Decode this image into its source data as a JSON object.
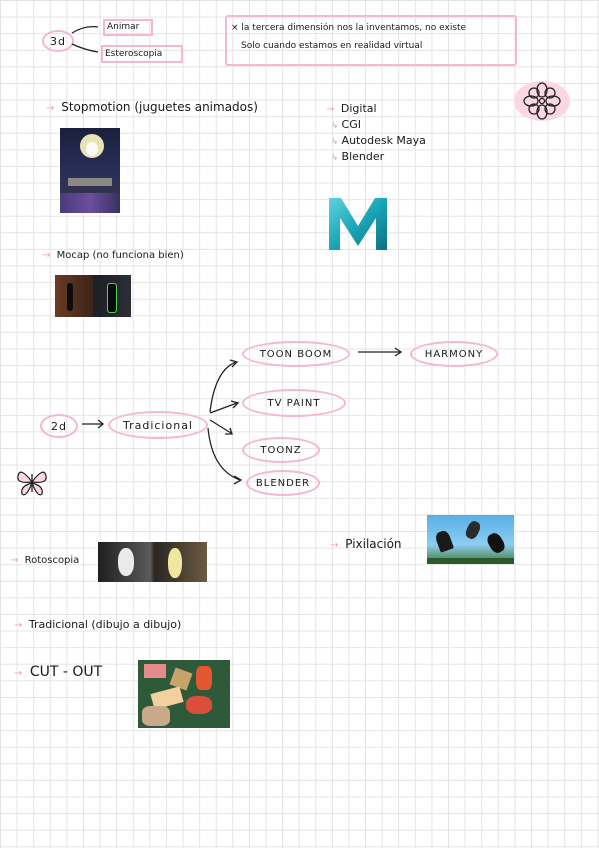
{
  "top": {
    "label_3d": "3d",
    "branch1": "Animar",
    "branch2": "Esteroscopia",
    "note_line1": "la tercera dimensión nos la inventamos, no existe",
    "note_line2": "Solo cuando estamos en realidad virtual",
    "note_mark": "×"
  },
  "stopmotion": {
    "label": "Stopmotion (juguetes animados)"
  },
  "digital": {
    "label": "Digital",
    "items": [
      "CGI",
      "Autodesk Maya",
      "Blender"
    ]
  },
  "mocap": {
    "label": "Mocap (no funciona bien)"
  },
  "diagram_2d": {
    "label_2d": "2d",
    "tradicional": "Tradicional",
    "toon_boom": "TOON BOOM",
    "harmony": "HARMONY",
    "tv_paint": "TV PAINT",
    "toonz": "TOONZ",
    "blender": "BLENDER"
  },
  "rotoscopia": {
    "label": "Rotoscopia"
  },
  "pixilacion": {
    "label": "Pixilación"
  },
  "tradicional2": {
    "label": "Tradicional (dibujo a dibujo)"
  },
  "cutout": {
    "label": "CUT - OUT"
  },
  "arrow_glyph": "→",
  "sub_glyph": "↳",
  "colors": {
    "pink": "#f4b7cf",
    "pink_arrow": "#f29ab9",
    "maya_teal": "#1aa6b7"
  }
}
